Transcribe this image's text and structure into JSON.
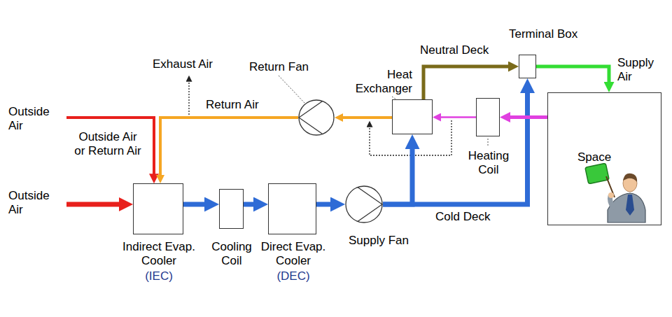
{
  "diagram": {
    "nodes": [
      {
        "text": [
          "Indirect Evap. Cooler",
          "(IEC)"
        ]
      },
      {
        "text": [
          "Cooling Coil"
        ]
      },
      {
        "text": [
          "Direct Evap. Cooler",
          "(DEC)"
        ]
      },
      {
        "text": [
          "Supply Fan"
        ]
      },
      {
        "text": [
          "Return Fan"
        ]
      },
      {
        "text": [
          "Heat Exchanger"
        ]
      },
      {
        "text": [
          "Heating Coil"
        ]
      },
      {
        "text": [
          "Terminal Box"
        ]
      },
      {
        "text": [
          "Space"
        ]
      }
    ],
    "edges": [
      {
        "from": 0,
        "to": 1,
        "arrow": "to"
      },
      {
        "from": 1,
        "to": 2,
        "arrow": "to"
      },
      {
        "from": 2,
        "to": 3,
        "arrow": "to"
      },
      {
        "from": 3,
        "to": 7,
        "arrow": "to",
        "label": "Cold Deck"
      },
      {
        "from": 3,
        "to": 5,
        "arrow": "to"
      },
      {
        "from": 5,
        "to": 7,
        "arrow": "to",
        "label": "Neutral Deck"
      },
      {
        "from": 7,
        "to": 8,
        "arrow": "to",
        "label": "Supply Air"
      },
      {
        "from": 8,
        "to": 6,
        "arrow": "to"
      },
      {
        "from": 6,
        "to": 5,
        "arrow": "to"
      },
      {
        "from": 5,
        "to": 4,
        "arrow": "to"
      },
      {
        "from": 4,
        "to": 0,
        "arrow": "to",
        "label": "Return Air"
      }
    ],
    "labels": [
      "Outside Air",
      "Outside Air or Return Air",
      "Outside Air",
      "Exhaust Air"
    ]
  }
}
